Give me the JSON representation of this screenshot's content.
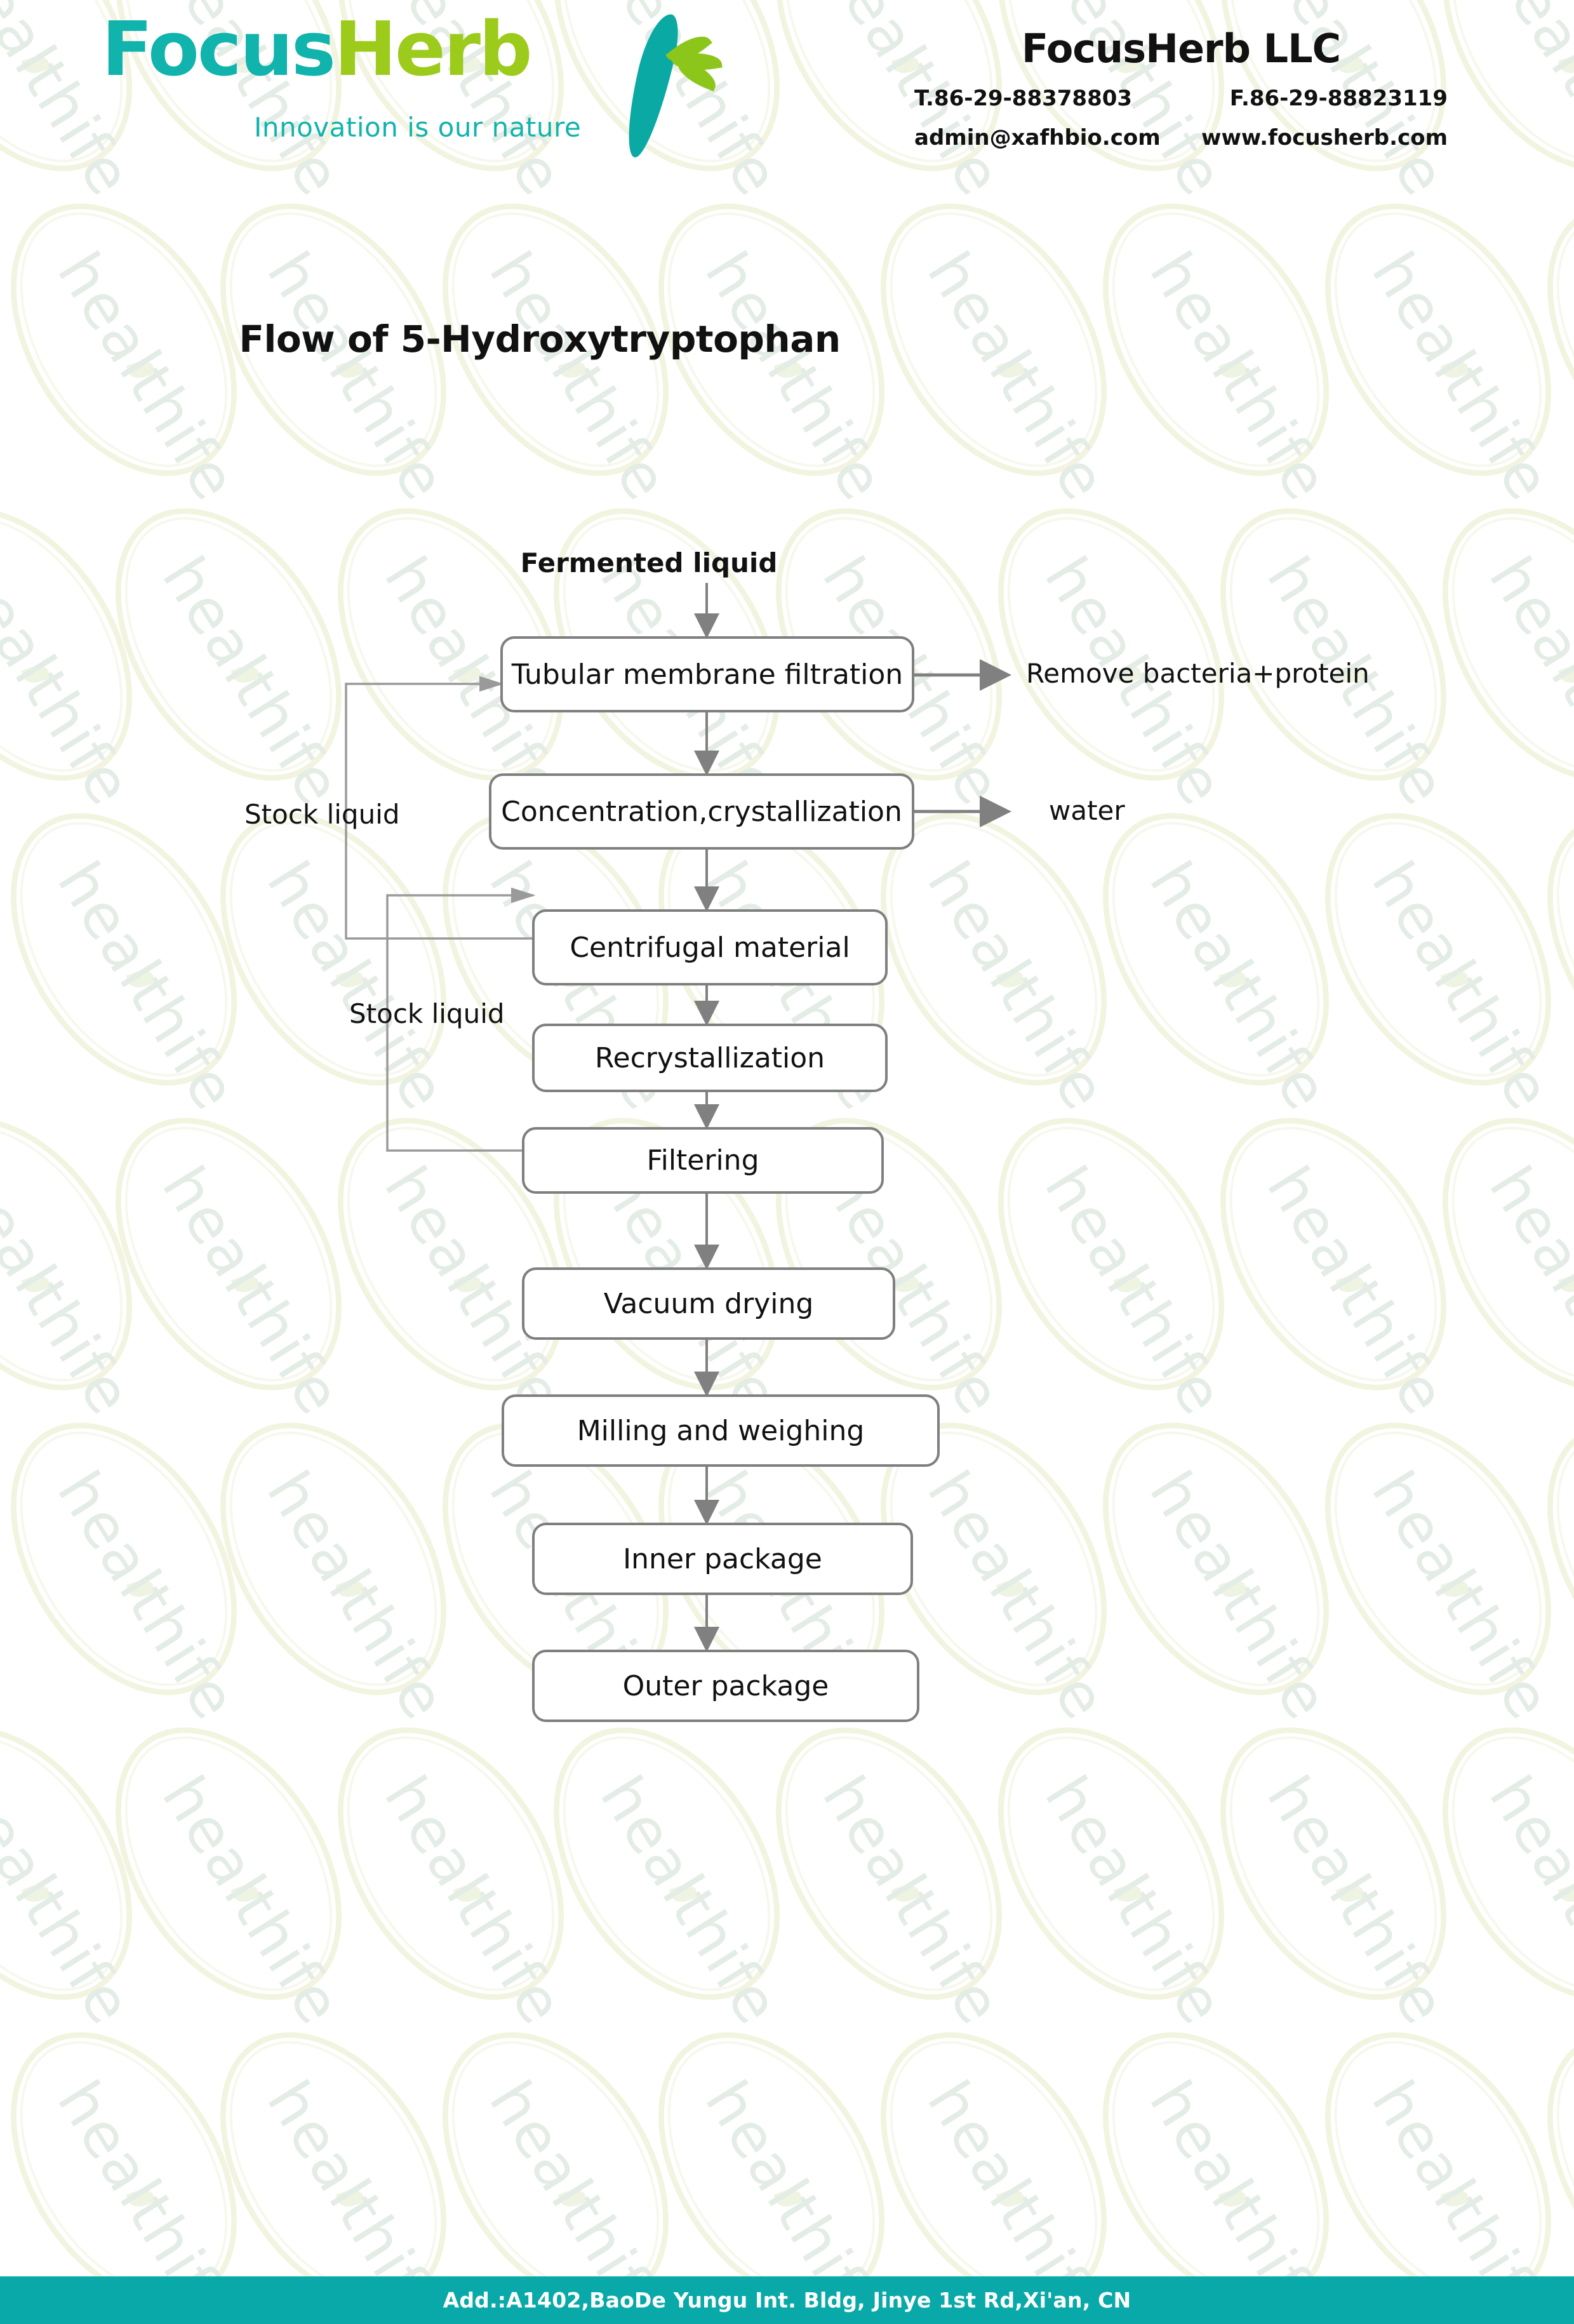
{
  "header": {
    "logo": {
      "word_part1": "Focus",
      "word_part2": "Herb",
      "tagline": "Innovation is our nature",
      "mark_icon": "herb-sprout-icon"
    },
    "company_name": "FocusHerb LLC",
    "phone": "T.86-29-88378803",
    "fax": "F.86-29-88823119",
    "email": "admin@xafhbio.com",
    "website": "www.focusherb.com"
  },
  "title": "Flow of 5-Hydroxytryptophan",
  "watermark_text": "healthife",
  "colors": {
    "brand_teal": "#0aa9a9",
    "brand_green": "#9ccb1b",
    "node_border": "#7f7f7f",
    "arrow": "#808080",
    "footer_bg": "#0aa9a9",
    "watermark": "#f2f4e0"
  },
  "chart_data": {
    "type": "diagram",
    "title": "Flow of 5-Hydroxytryptophan",
    "nodes": [
      {
        "id": "n1",
        "label": "Tubular membrane filtration"
      },
      {
        "id": "n2",
        "label": "Concentration,crystallization"
      },
      {
        "id": "n3",
        "label": "Centrifugal material"
      },
      {
        "id": "n4",
        "label": "Recrystallization"
      },
      {
        "id": "n5",
        "label": "Filtering"
      },
      {
        "id": "n6",
        "label": "Vacuum drying"
      },
      {
        "id": "n7",
        "label": "Milling and weighing"
      },
      {
        "id": "n8",
        "label": "Inner package"
      },
      {
        "id": "n9",
        "label": "Outer package"
      }
    ],
    "inputs": [
      {
        "id": "in1",
        "label": "Fermented liquid",
        "target": "n1"
      }
    ],
    "outputs": [
      {
        "id": "out1",
        "label": "Remove bacteria+protein",
        "source": "n1"
      },
      {
        "id": "out2",
        "label": "water",
        "source": "n2"
      }
    ],
    "recycle_edges": [
      {
        "label": "Stock liquid",
        "from": "n3",
        "to": "n1"
      },
      {
        "label": "Stock liquid",
        "from": "n5",
        "to": "n3"
      }
    ],
    "edges": [
      {
        "from": "in1",
        "to": "n1"
      },
      {
        "from": "n1",
        "to": "n2"
      },
      {
        "from": "n1",
        "to": "out1"
      },
      {
        "from": "n2",
        "to": "n3"
      },
      {
        "from": "n2",
        "to": "out2"
      },
      {
        "from": "n3",
        "to": "n4"
      },
      {
        "from": "n4",
        "to": "n5"
      },
      {
        "from": "n5",
        "to": "n6"
      },
      {
        "from": "n6",
        "to": "n7"
      },
      {
        "from": "n7",
        "to": "n8"
      },
      {
        "from": "n8",
        "to": "n9"
      }
    ]
  },
  "footer": {
    "address": "Add.:A1402,BaoDe Yungu Int. Bldg, Jinye 1st Rd,Xi'an, CN"
  }
}
